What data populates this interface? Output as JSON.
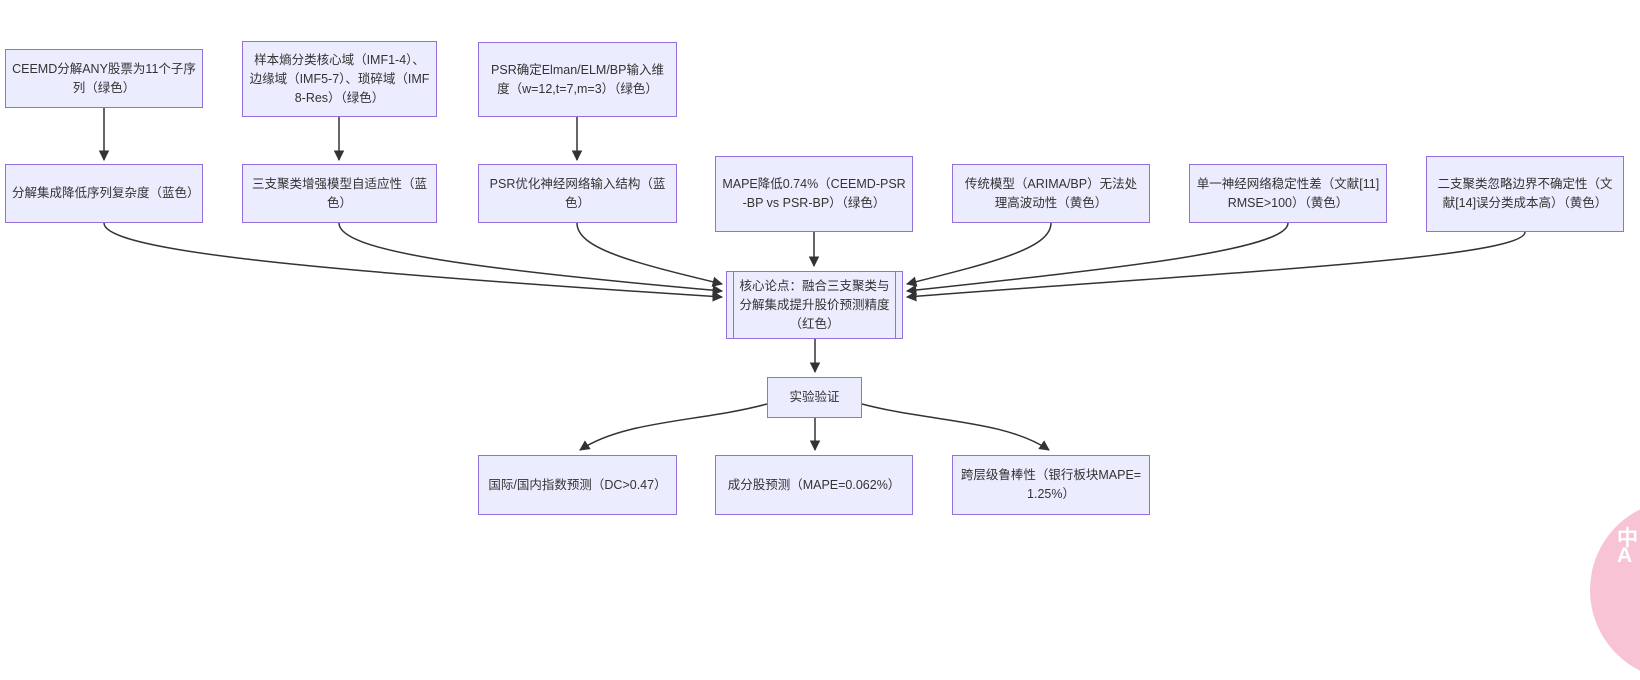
{
  "diagram": {
    "type": "flowchart",
    "direction": "top-down",
    "nodes": {
      "ceemd": {
        "text": "CEEMD分解ANY股票为11个子序列（绿色）"
      },
      "sample_entropy": {
        "text": "样本熵分类核心域（IMF1-4）、边缘域（IMF5-7）、琐碎域（IMF8-Res）（绿色）"
      },
      "psr_dimension": {
        "text": "PSR确定Elman/ELM/BP输入维度（w=12,t=7,m=3）（绿色）"
      },
      "decomposition_complexity": {
        "text": "分解集成降低序列复杂度（蓝色）"
      },
      "three_way_adaptivity": {
        "text": "三支聚类增强模型自适应性（蓝色）"
      },
      "psr_structure": {
        "text": "PSR优化神经网络输入结构（蓝色）"
      },
      "mape_reduction": {
        "text": "MAPE降低0.74%（CEEMD-PSR-BP vs PSR-BP）（绿色）"
      },
      "traditional_limitation": {
        "text": "传统模型（ARIMA/BP）无法处理高波动性（黄色）"
      },
      "single_nn_instability": {
        "text": "单一神经网络稳定性差（文献[11] RMSE>100）（黄色）"
      },
      "two_way_limitation": {
        "text": "二支聚类忽略边界不确定性（文献[14]误分类成本高）（黄色）"
      },
      "core_thesis": {
        "text": "核心论点：融合三支聚类与分解集成提升股价预测精度（红色）"
      },
      "experiment": {
        "text": "实验验证"
      },
      "index_prediction": {
        "text": "国际/国内指数预测（DC>0.47）"
      },
      "constituent_prediction": {
        "text": "成分股预测（MAPE=0.062%）"
      },
      "robustness": {
        "text": "跨层级鲁棒性（银行板块MAPE=1.25%）"
      }
    },
    "edges": [
      {
        "from": "ceemd",
        "to": "decomposition_complexity"
      },
      {
        "from": "sample_entropy",
        "to": "three_way_adaptivity"
      },
      {
        "from": "psr_dimension",
        "to": "psr_structure"
      },
      {
        "from": "decomposition_complexity",
        "to": "core_thesis"
      },
      {
        "from": "three_way_adaptivity",
        "to": "core_thesis"
      },
      {
        "from": "psr_structure",
        "to": "core_thesis"
      },
      {
        "from": "mape_reduction",
        "to": "core_thesis"
      },
      {
        "from": "traditional_limitation",
        "to": "core_thesis"
      },
      {
        "from": "single_nn_instability",
        "to": "core_thesis"
      },
      {
        "from": "two_way_limitation",
        "to": "core_thesis"
      },
      {
        "from": "core_thesis",
        "to": "experiment"
      },
      {
        "from": "experiment",
        "to": "index_prediction"
      },
      {
        "from": "experiment",
        "to": "constituent_prediction"
      },
      {
        "from": "experiment",
        "to": "robustness"
      }
    ]
  },
  "watermark": {
    "text": "中\nA"
  },
  "colors": {
    "background": "#FFFFFF",
    "node_fill": "#ECECFF",
    "node_border": "#9370DB",
    "edge": "#333333",
    "text": "#333333",
    "watermark_bg": "#F8C3D5",
    "watermark_text": "#FFFFFF"
  }
}
